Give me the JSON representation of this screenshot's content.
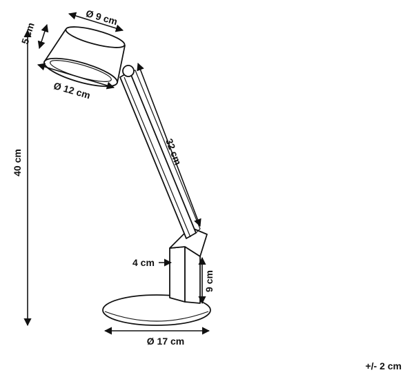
{
  "dimensions": {
    "shade_top_diameter": "Ø 9 cm",
    "shade_height": "5 cm",
    "shade_bottom_diameter": "Ø 12 cm",
    "arm_length": "32 cm",
    "total_height": "40 cm",
    "stem_width": "4 cm",
    "stem_height": "9 cm",
    "base_diameter": "Ø 17 cm"
  },
  "tolerance": "+/- 2 cm"
}
